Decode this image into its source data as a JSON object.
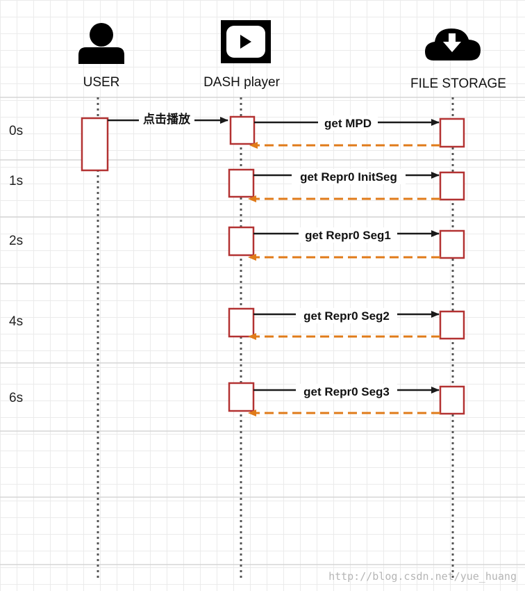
{
  "actors": [
    {
      "name": "USER",
      "icon": "user-icon"
    },
    {
      "name": "DASH player",
      "icon": "video-player-icon"
    },
    {
      "name": "FILE STORAGE",
      "icon": "cloud-download-icon"
    }
  ],
  "time_labels": [
    "0s",
    "1s",
    "2s",
    "4s",
    "6s"
  ],
  "messages": [
    {
      "label": "点击播放",
      "from": "USER",
      "to": "DASH player"
    },
    {
      "label": "get MPD",
      "from": "DASH player",
      "to": "FILE STORAGE"
    },
    {
      "label": "get Repr0 InitSeg",
      "from": "DASH player",
      "to": "FILE STORAGE"
    },
    {
      "label": "get Repr0 Seg1",
      "from": "DASH player",
      "to": "FILE STORAGE"
    },
    {
      "label": "get Repr0 Seg2",
      "from": "DASH player",
      "to": "FILE STORAGE"
    },
    {
      "label": "get Repr0 Seg3",
      "from": "DASH player",
      "to": "FILE STORAGE"
    }
  ],
  "watermark": "http://blog.csdn.net/yue_huang",
  "colors": {
    "activation_border": "#b33232",
    "request_arrow": "#1a1a1a",
    "response_arrow": "#e07b1a"
  }
}
